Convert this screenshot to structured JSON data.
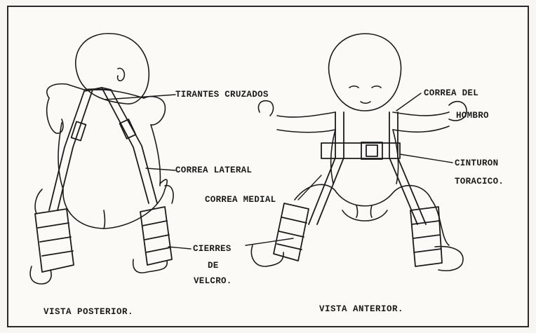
{
  "labels": {
    "crossed_straps": "TIRANTES CRUZADOS",
    "lateral_strap": "CORREA LATERAL",
    "medial_strap": "CORREA MEDIAL",
    "velcro_1": "CIERRES",
    "velcro_2": "DE",
    "velcro_3": "VELCRO.",
    "shoulder_1": "CORREA DEL",
    "shoulder_2": "HOMBRO",
    "chest_1": "CINTURON",
    "chest_2": "TORACICO."
  },
  "views": {
    "posterior": "VISTA POSTERIOR.",
    "anterior": "VISTA ANTERIOR."
  },
  "colors": {
    "ink": "#1b1b1b",
    "paper": "#fbfaf7"
  }
}
